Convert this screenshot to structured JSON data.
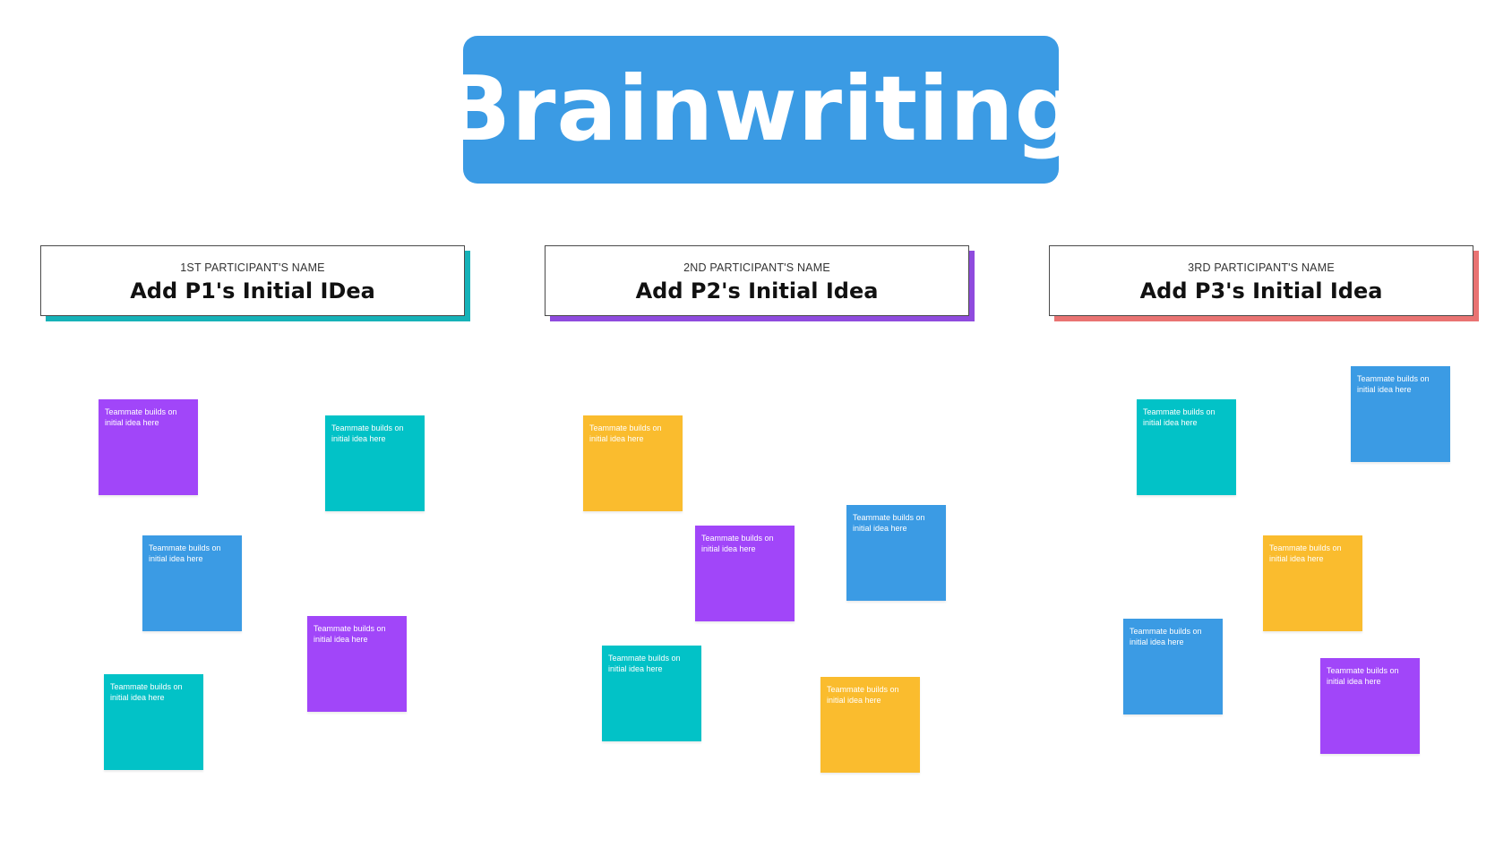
{
  "title": "Brainwriting",
  "colors": {
    "title_banner": "#3b9be4",
    "teal": "#02c2c7",
    "purple": "#a146f9",
    "blue": "#3b9be4",
    "yellow": "#fabc2e",
    "coral": "#e97372",
    "background": "#ffffff"
  },
  "participants": [
    {
      "label": "1ST PARTICIPANT'S NAME",
      "idea": "Add P1's Initial IDea",
      "accent": "#16b2b8"
    },
    {
      "label": "2ND PARTICIPANT'S NAME",
      "idea": "Add P2's Initial Idea",
      "accent": "#8f4bde"
    },
    {
      "label": "3RD PARTICIPANT'S NAME",
      "idea": "Add P3's  Initial Idea",
      "accent": "#e97372"
    }
  ],
  "notes": [
    {
      "text": "Teammate builds on initial idea here",
      "color": "#a146f9"
    },
    {
      "text": "Teammate builds on initial idea here",
      "color": "#02c2c7"
    },
    {
      "text": "Teammate builds on initial idea here",
      "color": "#3b9be4"
    },
    {
      "text": "Teammate builds on initial idea here",
      "color": "#a146f9"
    },
    {
      "text": "Teammate builds on initial idea here",
      "color": "#02c2c7"
    },
    {
      "text": "Teammate builds on initial idea here",
      "color": "#fabc2e"
    },
    {
      "text": "Teammate builds on initial idea here",
      "color": "#a146f9"
    },
    {
      "text": "Teammate builds on initial idea here",
      "color": "#3b9be4"
    },
    {
      "text": "Teammate builds on initial idea here",
      "color": "#02c2c7"
    },
    {
      "text": "Teammate builds on initial idea here",
      "color": "#fabc2e"
    },
    {
      "text": "Teammate builds on initial idea here",
      "color": "#3b9be4"
    },
    {
      "text": "Teammate builds on initial idea here",
      "color": "#02c2c7"
    },
    {
      "text": "Teammate builds on initial idea here",
      "color": "#fabc2e"
    },
    {
      "text": "Teammate builds on initial idea here",
      "color": "#3b9be4"
    },
    {
      "text": "Teammate builds on initial idea here",
      "color": "#a146f9"
    }
  ]
}
